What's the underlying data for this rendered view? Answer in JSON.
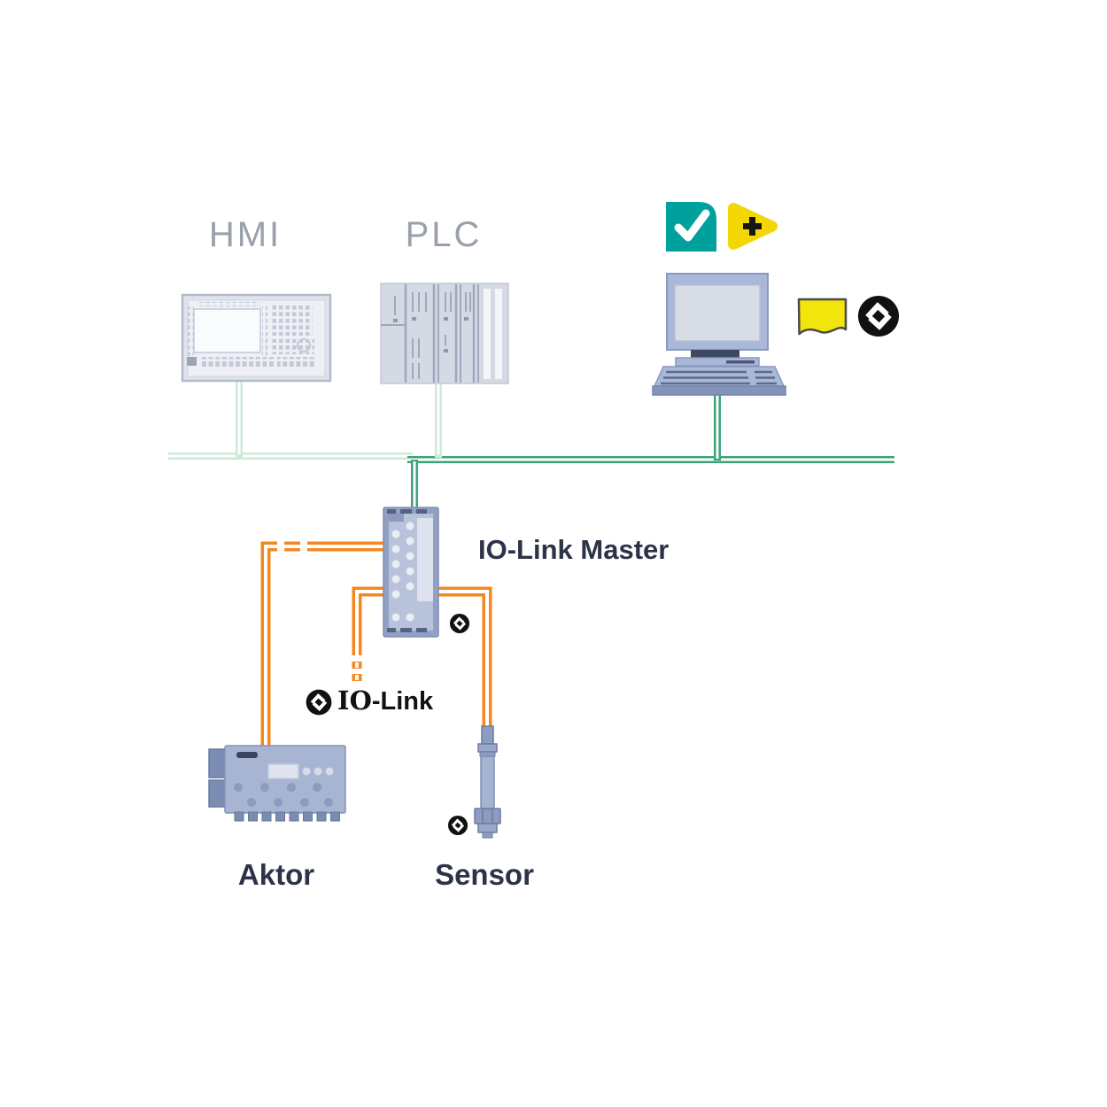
{
  "diagram_type": "io-link-network-topology",
  "labels": {
    "hmi": "HMI",
    "plc": "PLC",
    "io_link_master": "IO-Link Master",
    "aktor": "Aktor",
    "sensor": "Sensor",
    "io_link_logo_io": "IO",
    "io_link_logo_link": "-Link"
  },
  "nodes": [
    {
      "id": "hmi",
      "label": "HMI",
      "type": "hmi-panel"
    },
    {
      "id": "plc",
      "label": "PLC",
      "type": "plc-rack"
    },
    {
      "id": "pc",
      "label": "",
      "type": "engineering-pc",
      "badges": [
        "check-icon",
        "play-plus-icon",
        "flag-icon",
        "data-exchange-icon"
      ]
    },
    {
      "id": "io-link-master",
      "label": "IO-Link Master",
      "type": "io-link-master-module",
      "badges": [
        "data-exchange-icon"
      ]
    },
    {
      "id": "aktor",
      "label": "Aktor",
      "type": "actuator"
    },
    {
      "id": "sensor",
      "label": "Sensor",
      "type": "sensor",
      "badges": [
        "data-exchange-icon"
      ]
    },
    {
      "id": "io-link-logo",
      "label": "IO-Link",
      "type": "logo",
      "badges": [
        "data-exchange-icon"
      ]
    }
  ],
  "connections": [
    {
      "from": "hmi",
      "to": "fieldbus",
      "style": "light-green"
    },
    {
      "from": "plc",
      "to": "fieldbus",
      "style": "light-green"
    },
    {
      "from": "pc",
      "to": "fieldbus",
      "style": "dark-green"
    },
    {
      "from": "fieldbus",
      "to": "io-link-master",
      "style": "dark-green"
    },
    {
      "from": "io-link-master",
      "to": "aktor",
      "style": "orange-io-link-partially-dashed"
    },
    {
      "from": "io-link-master",
      "to": "sensor",
      "style": "orange-io-link"
    },
    {
      "from": "io-link-master",
      "to": "io-link-logo-stub",
      "style": "orange-io-link-dashed-end"
    }
  ],
  "colors": {
    "bus_light_green": "#cfe9d9",
    "bus_dark_green": "#3da377",
    "io_link_cable_orange": "#f5871f",
    "device_periwinkle": "#a9b7d9",
    "device_border": "#8a99bf",
    "master_fill": "#b8c2db",
    "label_navy": "#2d3347",
    "label_gray": "#9aa1ab",
    "check_teal": "#00a19c",
    "accent_yellow": "#f2d704",
    "icon_black": "#111111"
  }
}
